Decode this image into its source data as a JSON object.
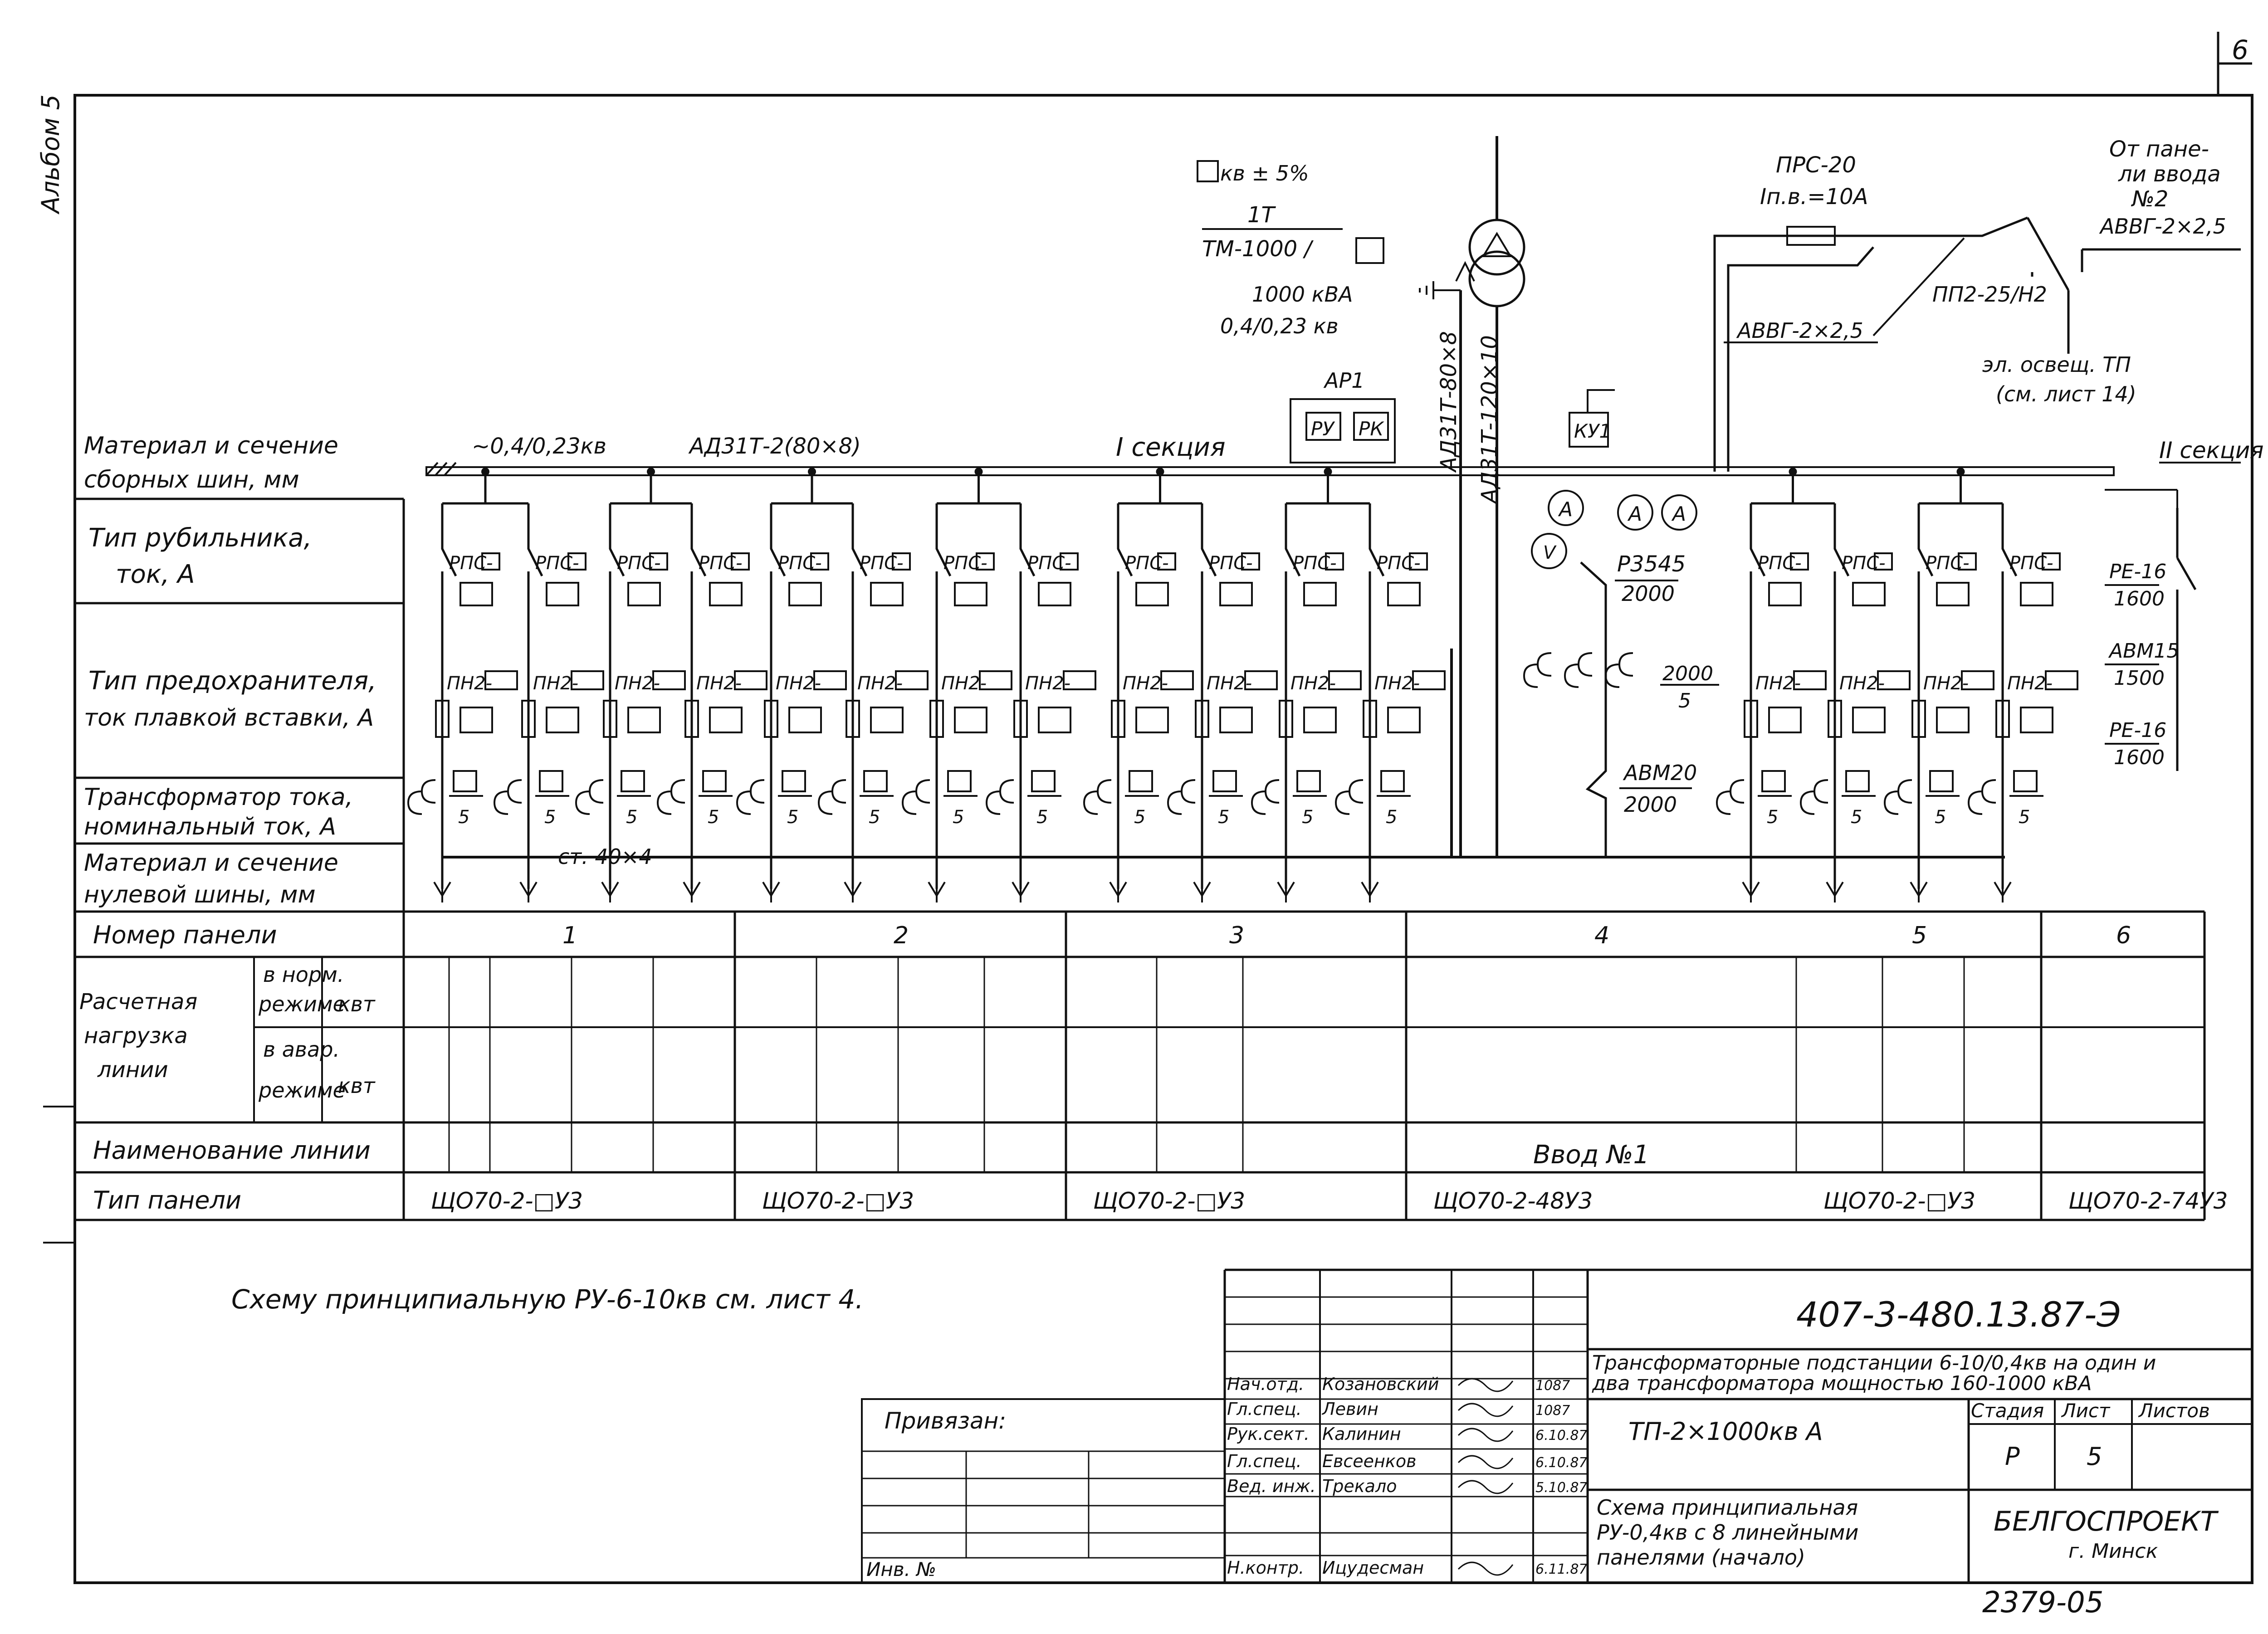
{
  "sheet": {
    "corner_num": "6",
    "album": "Альбом 5",
    "doc_code": "407-3-480.13.87-Э",
    "archive_num": "2379-05"
  },
  "left_table": {
    "rows": [
      [
        "Материал и сечение",
        "сборных шин, мм"
      ],
      [
        "Тип рубильника,",
        "ток, А"
      ],
      [
        "Тип предохранителя,",
        "ток плавкой вставки, А"
      ],
      [
        "Трансформатор тока,",
        "номинальный ток, А"
      ],
      [
        "Материал и сечение",
        "нулевой шины, мм"
      ]
    ],
    "panel_number": "Номер панели",
    "calc_load": [
      "Расчетная",
      "нагрузка",
      "линии"
    ],
    "normal_mode": [
      "в норм.",
      "режиме"
    ],
    "fault_mode": [
      "в авар.",
      "режиме"
    ],
    "unit": "квт",
    "line_name": "Наименование линии",
    "panel_type": "Тип панели"
  },
  "diagram": {
    "voltage_reg": "кв ± 5%",
    "tr_id": "1Т",
    "tr_type": "ТМ-1000 /",
    "tr_power": "1000 кВА",
    "tr_voltage": "0,4/0,23 кв",
    "bus_voltage": "~0,4/0,23кв",
    "bus_material": "АД31Т-2(80×8)",
    "section1": "I секция",
    "section2": "II секция",
    "ap1": "АР1",
    "ru": "РУ",
    "rk": "РК",
    "ku1": "КУ1",
    "lead1": "АД31Т-80×8",
    "lead2": "АД31Т-120×10",
    "fuse_prs": "ПРС-20",
    "fuse_current": "Iп.в.=10А",
    "cable1": "АВВГ-2×2,5",
    "from_panel": [
      "От пане-",
      "ли ввода",
      "№2"
    ],
    "cable2": "АВВГ-2×2,5",
    "switch_pp": "ПП2-25/Н2",
    "lighting": [
      "эл. освещ. ТП",
      "(см. лист 14)"
    ],
    "breaker1": "Р3545",
    "breaker1_val": "2000",
    "ct_ratio_top": "2000",
    "ct_ratio_bot": "5",
    "breaker2": "АВМ20",
    "breaker2_val": "2000",
    "meter_a": "А",
    "meter_v": "V",
    "switch_label": "РПС-",
    "fuse_label": "ПН2-",
    "ct_den": "5",
    "zero_bus": "ст. 40×4",
    "sec2_1": "РЕ-16",
    "sec2_1v": "1600",
    "sec2_2": "АВМ15",
    "sec2_2v": "1500",
    "sec2_3": "РЕ-16",
    "sec2_3v": "1600"
  },
  "panels": [
    {
      "num": "1",
      "type": "ЩО70-2-□У3"
    },
    {
      "num": "2",
      "type": "ЩО70-2-□У3"
    },
    {
      "num": "3",
      "type": "ЩО70-2-□У3"
    },
    {
      "num": "4",
      "type": "ЩО70-2-48У3",
      "line": "Ввод №1"
    },
    {
      "num": "5",
      "type": "ЩО70-2-□У3"
    },
    {
      "num": "6",
      "type": "ЩО70-2-74У3"
    }
  ],
  "note": "Схему принципиальную РУ-6-10кв см. лист 4.",
  "stamp": {
    "attached": "Привязан:",
    "inv": "Инв. №",
    "title1": "Трансформаторные подстанции 6-10/0,4кв на один и",
    "title2": "два трансформатора мощностью 160-1000 кВА",
    "tp": "ТП-2×1000кв А",
    "drawing": [
      "Схема принципиальная",
      "РУ-0,4кв с 8 линейными",
      "панелями (начало)"
    ],
    "stage_h": "Стадия",
    "sheet_h": "Лист",
    "sheets_h": "Листов",
    "stage": "Р",
    "sheet": "5",
    "org": "БЕЛГОСПРОЕКТ",
    "city": "г. Минск",
    "people": [
      [
        "Нач.отд.",
        "Козановский",
        "",
        "1087"
      ],
      [
        "Гл.спец.",
        "Левин",
        "",
        "1087"
      ],
      [
        "Рук.сект.",
        "Калинин",
        "",
        "6.10.87"
      ],
      [
        "Гл.спец.",
        "Евсеенков",
        "",
        "6.10.87"
      ],
      [
        "Вед. инж.",
        "Трекало",
        "",
        "5.10.87"
      ],
      [
        "Н.контр.",
        "Ицудесман",
        "",
        "6.11.87"
      ]
    ]
  }
}
